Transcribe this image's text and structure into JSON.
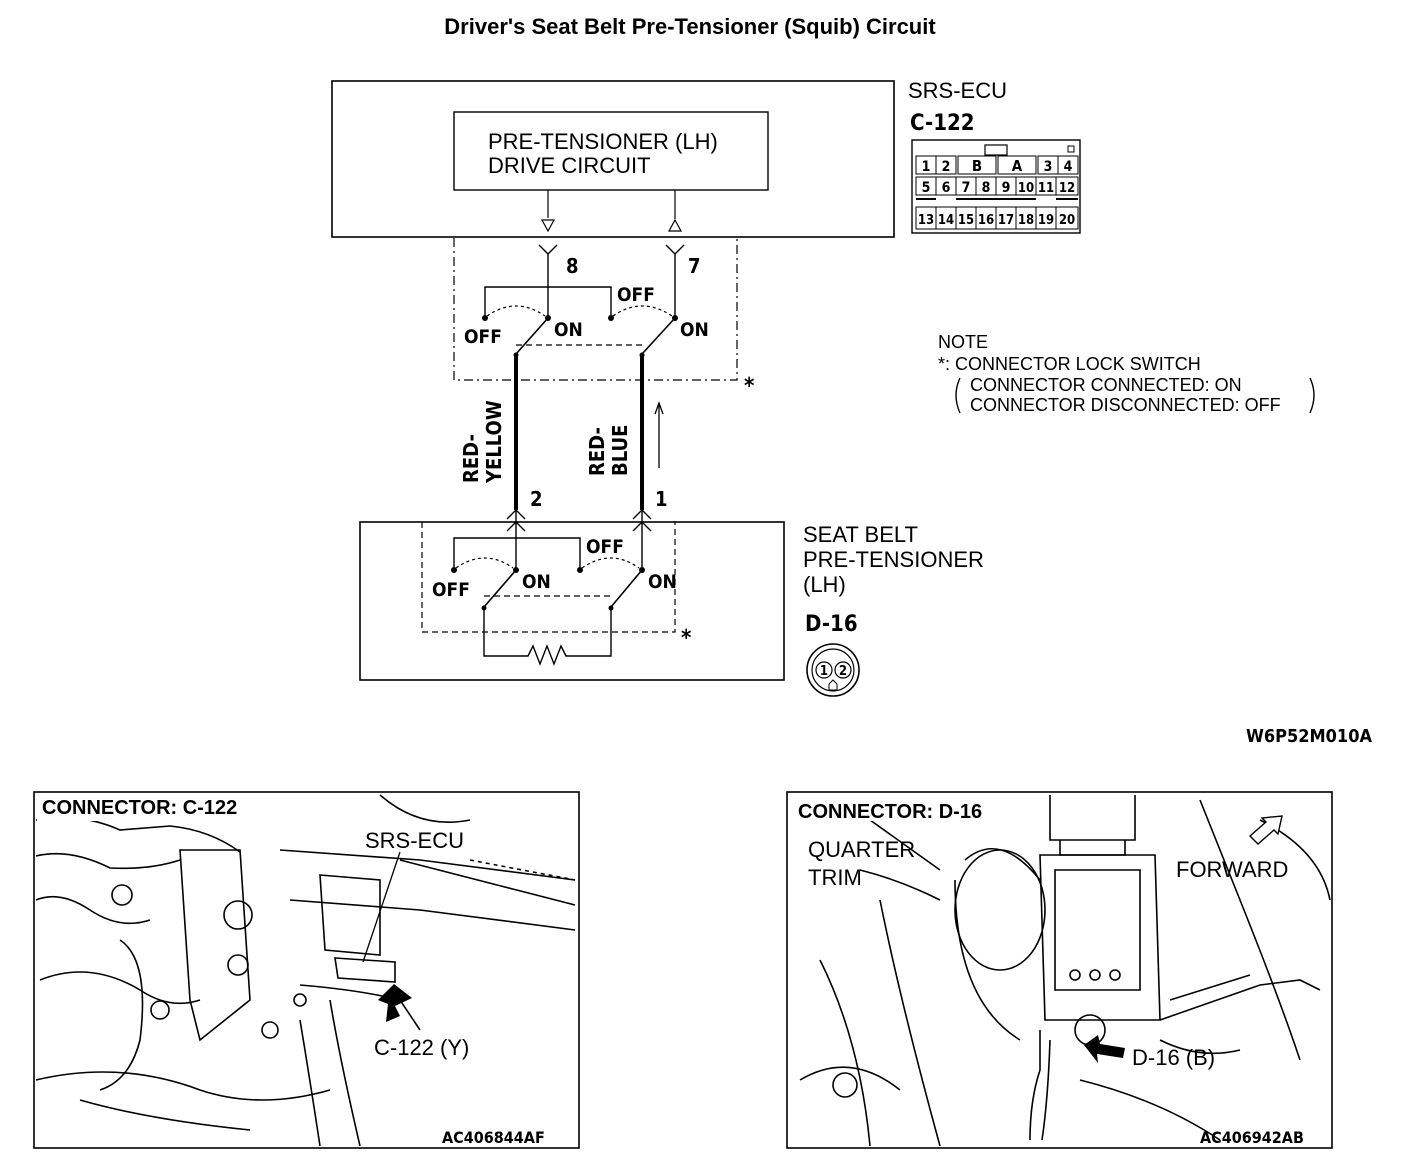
{
  "title": "Driver's Seat Belt Pre-Tensioner (Squib) Circuit",
  "ecu": {
    "name": "SRS-ECU",
    "connector": "C-122",
    "drive_circuit_line1": "PRE-TENSIONER (LH)",
    "drive_circuit_line2": "DRIVE CIRCUIT",
    "pin_top_left": "8",
    "pin_top_right": "7",
    "pinout_row1": [
      "1",
      "2",
      "B",
      "A",
      "3",
      "4"
    ],
    "pinout_row2": [
      "5",
      "6",
      "7",
      "8",
      "9",
      "10",
      "11",
      "12"
    ],
    "pinout_row3": [
      "13",
      "14",
      "15",
      "16",
      "17",
      "18",
      "19",
      "20"
    ]
  },
  "switch_labels": {
    "off": "OFF",
    "on": "ON"
  },
  "lock_marker": "*",
  "wires": {
    "left_color_line1": "RED-",
    "left_color_line2": "YELLOW",
    "right_color_line1": "RED-",
    "right_color_line2": "BLUE",
    "pin_bottom_left": "2",
    "pin_bottom_right": "1"
  },
  "note": {
    "heading": "NOTE",
    "line1": "*: CONNECTOR LOCK SWITCH",
    "line2": "CONNECTOR CONNECTED: ON",
    "line3": "CONNECTOR DISCONNECTED: OFF"
  },
  "pretensioner": {
    "line1": "SEAT BELT",
    "line2": "PRE-TENSIONER",
    "line3": "(LH)",
    "connector": "D-16",
    "pin1": "1",
    "pin2": "2"
  },
  "diagram_code": "W6P52M010A",
  "photo_left": {
    "title": "CONNECTOR: C-122",
    "label_ecu": "SRS-ECU",
    "label_conn": "C-122 (Y)",
    "code": "AC406844AF"
  },
  "photo_right": {
    "title": "CONNECTOR: D-16",
    "label_trim_1": "QUARTER",
    "label_trim_2": "TRIM",
    "label_forward": "FORWARD",
    "label_conn": "D-16 (B)",
    "code": "AC406942AB"
  }
}
